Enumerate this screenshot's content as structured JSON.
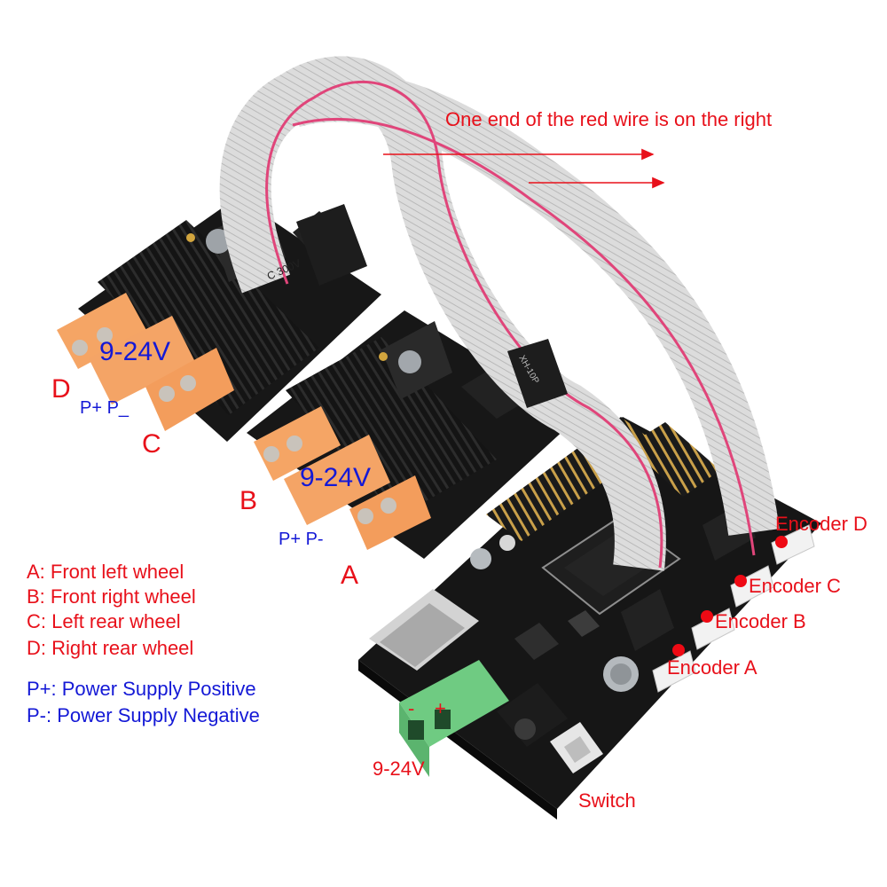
{
  "callouts": {
    "red_wire_note": "One end of the red wire is on the right",
    "driver_voltage_1": "9-24V",
    "driver_voltage_2": "9-24V",
    "input_voltage": "9-24V",
    "switch": "Switch",
    "label_a": "A",
    "label_b": "B",
    "label_c": "C",
    "label_d": "D",
    "polarity_1": "P+ P_",
    "polarity_2": "P+ P-",
    "terminal_minus": "-",
    "terminal_plus": "+"
  },
  "encoders": {
    "d": "Encoder D",
    "c": "Encoder C",
    "b": "Encoder B",
    "a": "Encoder A"
  },
  "legend": {
    "a": "A: Front left wheel",
    "b": "B: Front right wheel",
    "c": "C: Left rear wheel",
    "d": "D: Right rear wheel",
    "p_plus": "P+: Power Supply Positive",
    "p_minus": "P-: Power Supply Negative"
  },
  "board_markings": {
    "capacitor_top": "C 300V",
    "header_chip": "XH-10P"
  },
  "colors": {
    "red_label": "#e8101a",
    "blue_label": "#1419d6",
    "pcb": "#161616",
    "heatsink": "#0c0c0c",
    "terminal_orange": "#f4a466",
    "terminal_green": "#6fcb82",
    "ribbon": "#d9d9d9",
    "red_wire": "#e0457a"
  }
}
